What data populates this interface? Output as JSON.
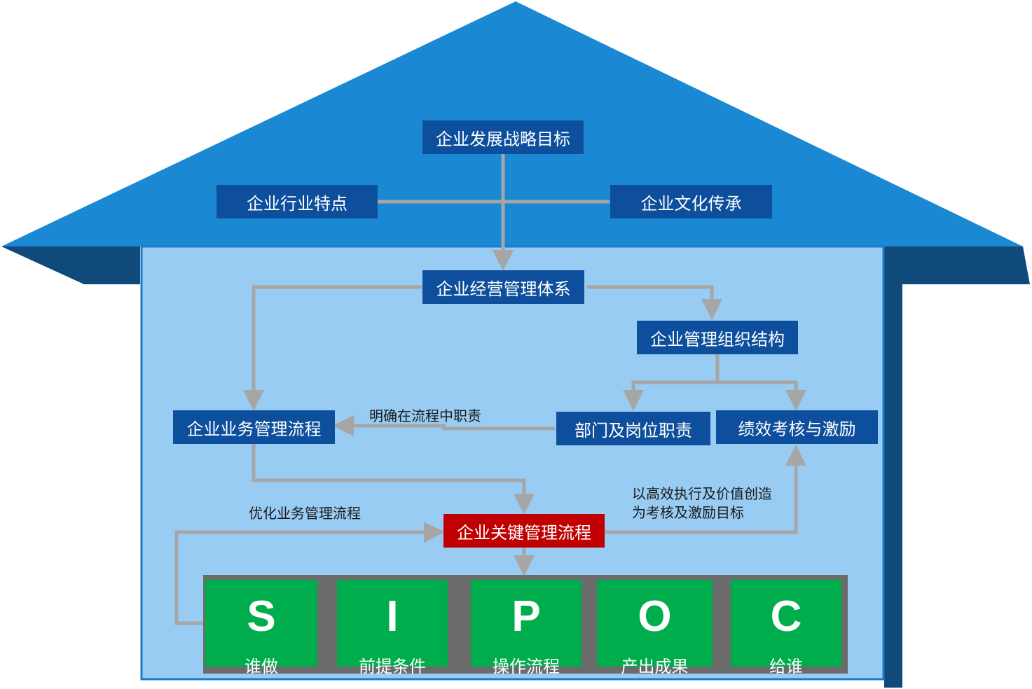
{
  "colors": {
    "roof": "#1b88d4",
    "roof_side": "#0f4a7a",
    "wall": "#99ccf3",
    "wall_border": "#1b7bc9",
    "connector": "#a6a6a6",
    "box_blue": "#0d4f9c",
    "box_red": "#c00000",
    "card_green": "#00ad4c",
    "panel_gray": "#6b6b6b"
  },
  "boxes": {
    "strategy": "企业发展战略目标",
    "industry": "企业行业特点",
    "culture": "企业文化传承",
    "management_system": "企业经营管理体系",
    "org_structure": "企业管理组织结构",
    "business_process": "企业业务管理流程",
    "dept_duties": "部门及岗位职责",
    "performance": "绩效考核与激励",
    "key_process": "企业关键管理流程"
  },
  "labels": {
    "clarify_duties": "明确在流程中职责",
    "optimize_process": "优化业务管理流程",
    "assessment_goal_line1": "以高效执行及价值创造",
    "assessment_goal_line2": "为考核及激励目标"
  },
  "sipoc": [
    {
      "letter": "S",
      "text": "谁做"
    },
    {
      "letter": "I",
      "text": "前提条件"
    },
    {
      "letter": "P",
      "text": "操作流程"
    },
    {
      "letter": "O",
      "text": "产出成果"
    },
    {
      "letter": "C",
      "text": "给谁"
    }
  ]
}
